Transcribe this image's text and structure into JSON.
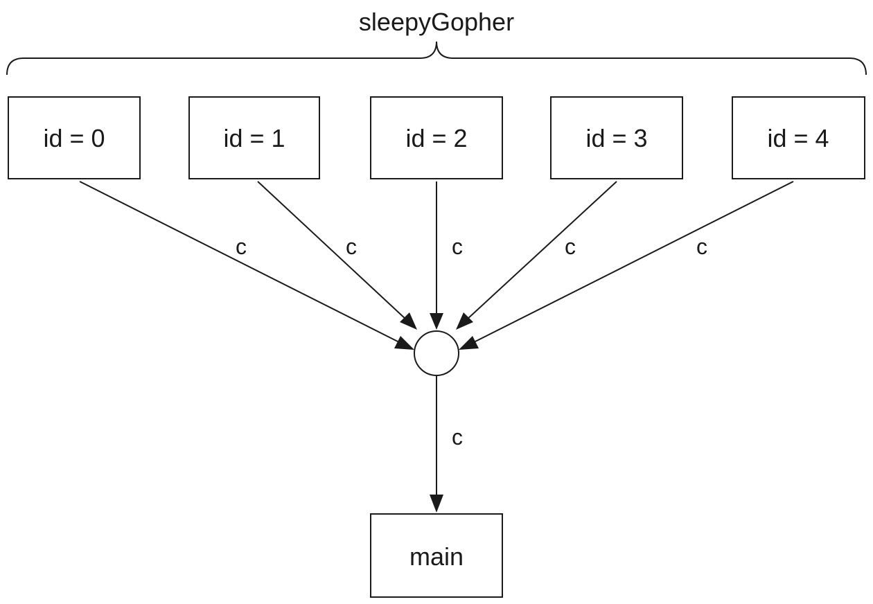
{
  "group": {
    "label": "sleepyGopher"
  },
  "goroutines": [
    {
      "label": "id = 0",
      "edge_label": "c"
    },
    {
      "label": "id = 1",
      "edge_label": "c"
    },
    {
      "label": "id = 2",
      "edge_label": "c"
    },
    {
      "label": "id = 3",
      "edge_label": "c"
    },
    {
      "label": "id = 4",
      "edge_label": "c"
    }
  ],
  "channel_to_main": {
    "edge_label": "c"
  },
  "main_node": {
    "label": "main"
  },
  "colors": {
    "stroke": "#1a1a1a",
    "background": "#ffffff"
  }
}
